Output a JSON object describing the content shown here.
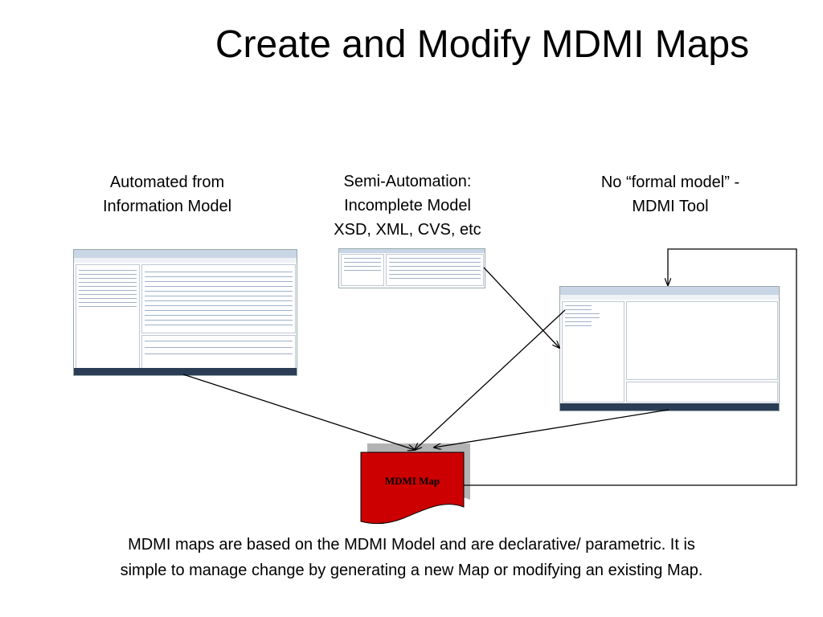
{
  "slide": {
    "title": "Create and Modify MDMI Maps",
    "sources": [
      {
        "line1": "Automated from",
        "line2": "Information Model"
      },
      {
        "line1": "Semi-Automation:",
        "line2": "Incomplete Model",
        "line3": "XSD, XML, CVS, etc"
      },
      {
        "line1": "No “formal model” -",
        "line2": "MDMI Tool"
      }
    ],
    "map_label": "MDMI Map",
    "footer_line1": "MDMI maps are based on the MDMI Model and are declarative/ parametric.  It is",
    "footer_line2": "simple to manage change by generating a new Map or modifying an existing Map."
  },
  "colors": {
    "map_fill": "#cc0000",
    "map_shadow": "#b3b3b3"
  }
}
